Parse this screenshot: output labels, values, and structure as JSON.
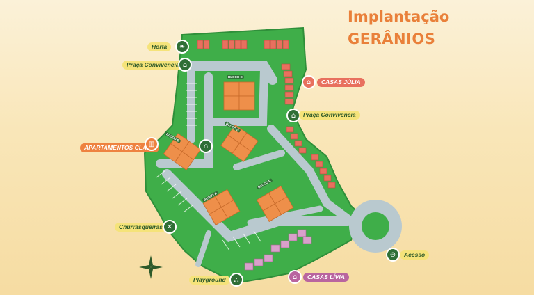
{
  "title": {
    "line1": "Implantação",
    "line2": "GERÂNIOS"
  },
  "labels": {
    "horta": "Horta",
    "praca_convivencia_1": "Praça Convivência",
    "casas_julia": "CASAS JÚLIA",
    "praca_convivencia_2": "Praça Convivência",
    "apartamentos_clara": "APARTAMENTOS CLARA",
    "churrasqueiras": "Churrasqueiras",
    "acesso": "Acesso",
    "playground": "Playground",
    "casas_livia": "CASAS LÍVIA"
  },
  "blocks": {
    "a": "BLOCO A",
    "b": "BLOCO B",
    "c": "BLOCO C",
    "d": "BLOCO D",
    "e": "BLOCO E"
  },
  "colors": {
    "ground": "#3fae49",
    "road": "#b9c9cf",
    "apartments": "#ee8f4a",
    "casas_julia": "#e8705e",
    "casas_livia": "#d9a0cb",
    "title": "#e9803a"
  },
  "icons": {
    "horta": "leaf-icon",
    "praca": "bench-icon",
    "casas": "house-icon",
    "apartamentos": "building-icon",
    "churrasqueiras": "grill-icon",
    "acesso": "car-icon",
    "playground": "slide-icon",
    "compass": "compass-icon"
  }
}
